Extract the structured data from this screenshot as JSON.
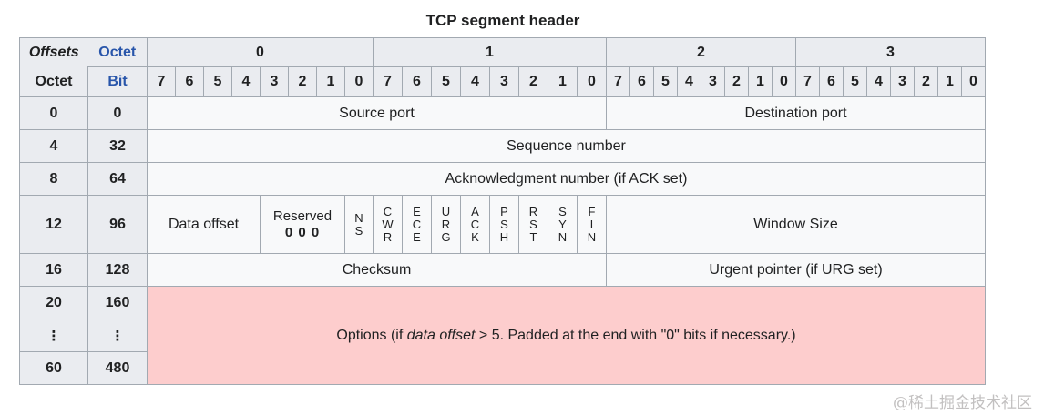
{
  "title": "TCP segment header",
  "watermark": "@稀土掘金技术社区",
  "colors": {
    "header_bg": "#eaecf0",
    "cell_bg": "#f8f9fa",
    "border": "#a2a9b1",
    "text": "#202122",
    "link": "#2855aa",
    "options_bg": "#fdcdcd",
    "watermark": "#c2c0c0",
    "page_bg": "#ffffff"
  },
  "header": {
    "offsets": "Offsets",
    "octet_col": "Octet",
    "octet_row": "Octet",
    "bit": "Bit",
    "octet_groups": [
      "0",
      "1",
      "2",
      "3"
    ],
    "bit_numbers": [
      "7",
      "6",
      "5",
      "4",
      "3",
      "2",
      "1",
      "0",
      "7",
      "6",
      "5",
      "4",
      "3",
      "2",
      "1",
      "0",
      "7",
      "6",
      "5",
      "4",
      "3",
      "2",
      "1",
      "0",
      "7",
      "6",
      "5",
      "4",
      "3",
      "2",
      "1",
      "0"
    ]
  },
  "rows": {
    "r0": {
      "octet": "0",
      "bit": "0",
      "source_port": "Source port",
      "destination_port": "Destination port"
    },
    "r4": {
      "octet": "4",
      "bit": "32",
      "field": "Sequence number"
    },
    "r8": {
      "octet": "8",
      "bit": "64",
      "field": "Acknowledgment number (if ACK set)"
    },
    "r12": {
      "octet": "12",
      "bit": "96",
      "data_offset": "Data offset",
      "reserved_label": "Reserved",
      "reserved_value": "0 0 0",
      "flags": [
        "NS",
        "CWR",
        "ECE",
        "URG",
        "ACK",
        "PSH",
        "RST",
        "SYN",
        "FIN"
      ],
      "window_size": "Window Size"
    },
    "r16": {
      "octet": "16",
      "bit": "128",
      "checksum": "Checksum",
      "urgent_pointer": "Urgent pointer (if URG set)"
    },
    "r20": {
      "octet": "20",
      "bit": "160"
    },
    "rdots": {
      "octet": "⋮",
      "bit": "⋮"
    },
    "r60": {
      "octet": "60",
      "bit": "480"
    },
    "options": {
      "prefix": "Options (if ",
      "italic": "data offset",
      "suffix": " > 5. Padded at the end with \"0\" bits if necessary.)"
    }
  }
}
